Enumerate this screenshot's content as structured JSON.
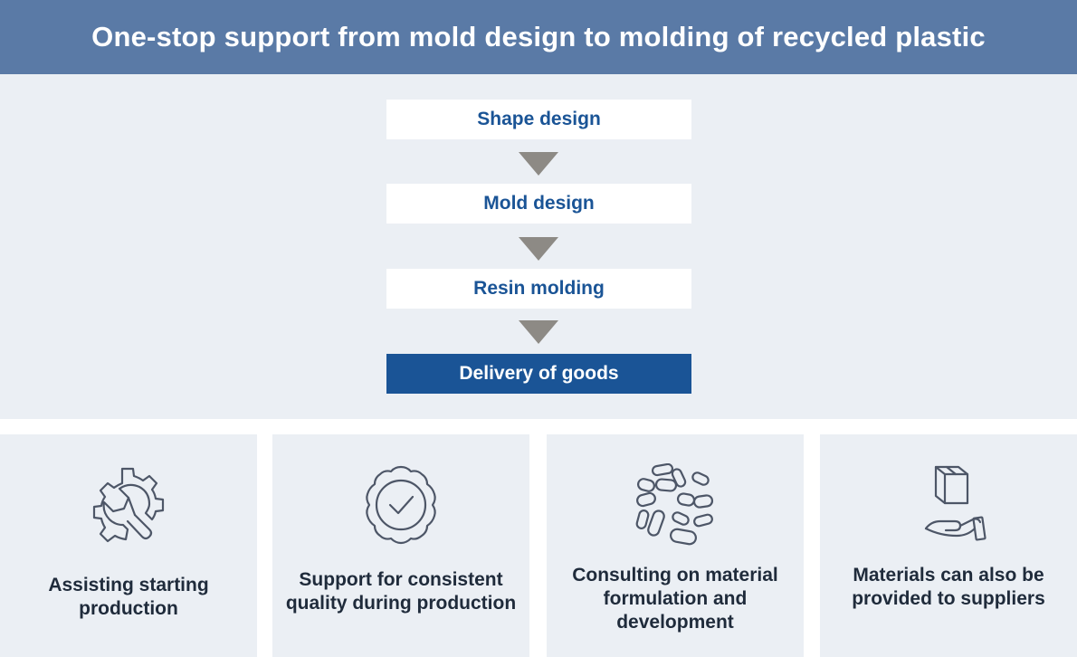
{
  "title": "One-stop support from mold design to molding of recycled plastic",
  "flow": {
    "steps": [
      {
        "label": "Shape design"
      },
      {
        "label": "Mold design"
      },
      {
        "label": "Resin molding"
      },
      {
        "label": "Delivery of goods"
      }
    ]
  },
  "features": [
    {
      "icon": "gear-wrench-icon",
      "label_line1": "Assisting starting",
      "label_line2": "production"
    },
    {
      "icon": "quality-badge-icon",
      "label_line1": "Support for consistent",
      "label_line2": "quality during production"
    },
    {
      "icon": "resin-pellets-icon",
      "label_line1": "Consulting on material",
      "label_line2": "formulation and",
      "label_line3": "development"
    },
    {
      "icon": "box-hand-icon",
      "label_line1": "Materials can also be",
      "label_line2": "provided to suppliers"
    }
  ],
  "colors": {
    "header_bg": "#5a7aa6",
    "panel_bg": "#ebeff4",
    "accent": "#1a5496",
    "arrow": "#8d8a85",
    "icon_stroke": "#4d5667"
  }
}
